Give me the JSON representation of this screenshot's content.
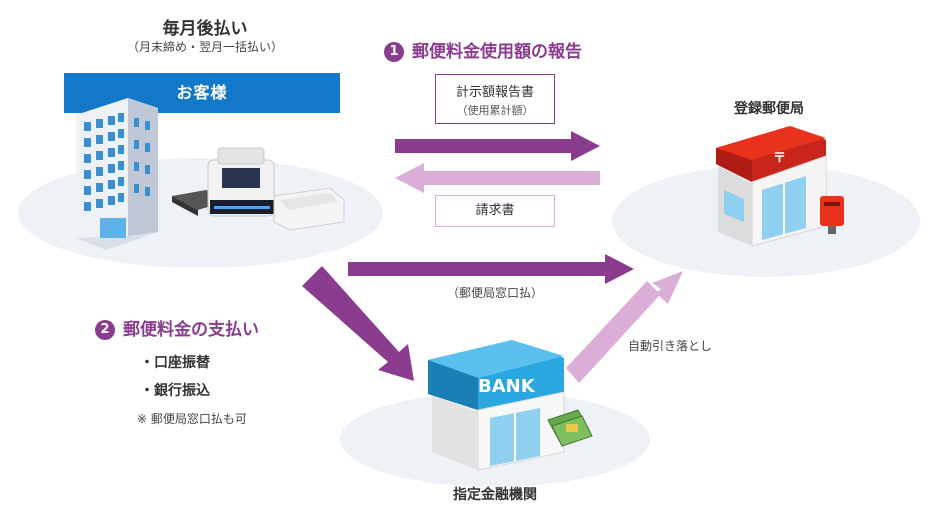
{
  "customer": {
    "title": "毎月後払い",
    "subtitle": "（月末締め・翌月一括払い）",
    "banner": "お客様"
  },
  "step1": {
    "number": "1",
    "title": "郵便料金使用額の報告"
  },
  "report_doc": {
    "line1": "計示額報告書",
    "line2": "（使用累計額）"
  },
  "invoice_doc": {
    "label": "請求書"
  },
  "post_office": {
    "label": "登録郵便局"
  },
  "window_pay": {
    "label": "（郵便局窓口払）"
  },
  "step2": {
    "number": "2",
    "title": "郵便料金の支払い",
    "methods": [
      "・口座振替",
      "・銀行振込"
    ],
    "note": "※ 郵便局窓口払も可"
  },
  "auto_debit": {
    "label": "自動引き落とし"
  },
  "bank": {
    "sign": "BANK",
    "label": "指定金融機関"
  },
  "colors": {
    "accent_purple": "#8a3d8f",
    "light_pink": "#dbaed8",
    "banner_blue": "#1478c8",
    "post_red": "#e8321c",
    "bank_blue": "#2aa6e0"
  }
}
